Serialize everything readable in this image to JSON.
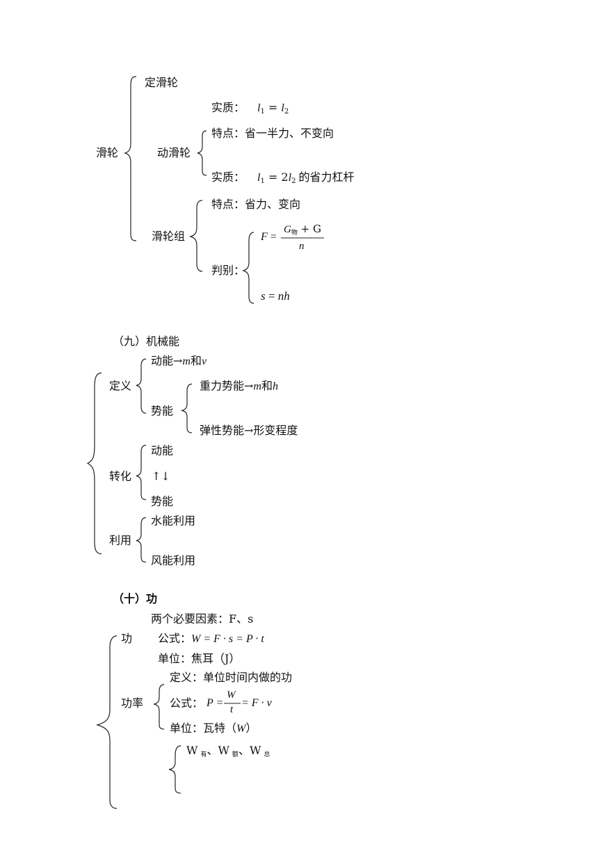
{
  "pulley": {
    "root": "滑轮",
    "fixed": "定滑轮",
    "fixed_essence_label": "实质：",
    "fixed_essence_formula": {
      "a": "l",
      "sub1": "1",
      "eq": " = ",
      "b": "l",
      "sub2": "2"
    },
    "movable": "动滑轮",
    "movable_feature": "特点：省一半力、不变向",
    "movable_essence_label": "实质：",
    "movable_essence_formula": {
      "a": "l",
      "sub1": "1",
      "eq": " = 2",
      "b": "l",
      "sub2": "2"
    },
    "movable_essence_suffix": "的省力杠杆",
    "group": "滑轮组",
    "group_feature": "特点：省力、变向",
    "group_judge": "判别：",
    "formula_F": {
      "lhs": "F",
      "eq": " = ",
      "num_G": "G",
      "num_sub": "物",
      "num_plus": " + G",
      "den": "n"
    },
    "formula_s": {
      "lhs": "s",
      "eq": " = ",
      "rhs": "nh"
    }
  },
  "mech_energy": {
    "title": "（九）机械能",
    "def": "定义",
    "kinetic": "动能",
    "kinetic_dep": "m",
    "kinetic_and": "和",
    "kinetic_dep2": "v",
    "potential": "势能",
    "gravity_pe": "重力势能",
    "gravity_dep": "m",
    "gravity_and": "和",
    "gravity_dep2": "h",
    "elastic_pe": "弹性势能",
    "elastic_dep": "形变程度",
    "arrow": "→",
    "convert": "转化",
    "convert_top": "动能",
    "convert_arrows": "↑↓",
    "convert_bottom": "势能",
    "use": "利用",
    "use_water": "水能利用",
    "use_wind": "风能利用"
  },
  "work": {
    "title": "（十）功",
    "factors": "两个必要因素：F、s",
    "work": "功",
    "formula_label": "公式：",
    "formula_work": "W = F · s = P · t",
    "unit_label": "单位：焦耳（J）",
    "power": "功率",
    "power_def": "定义：单位时间内做的功",
    "power_formula_label": "公式：",
    "power_formula": {
      "lhs": "P = ",
      "num": "W",
      "den": "t",
      "rhs": " = F · v"
    },
    "power_unit_prefix": "单位：瓦特（",
    "power_unit_var": "W",
    "power_unit_suffix": "）",
    "efficiency_terms": {
      "w1": "W",
      "s1": "有",
      "sep1": "、W",
      "s2": "额",
      "sep2": "、W",
      "s3": "总"
    }
  }
}
